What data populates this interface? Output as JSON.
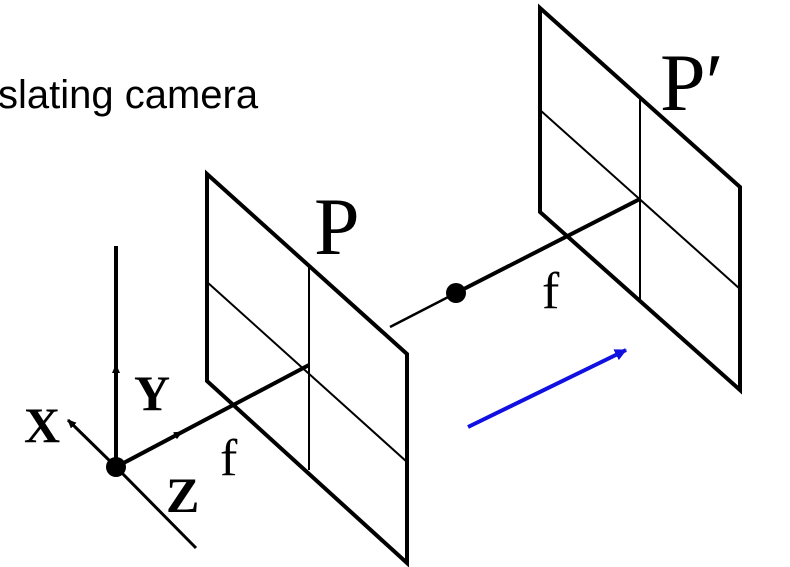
{
  "title": "slating camera",
  "labels": {
    "plane_1": "P",
    "plane_2": "P′",
    "axis_x": "X",
    "axis_y": "Y",
    "axis_z": "Z",
    "focal_1": "f",
    "focal_2": "f"
  },
  "colors": {
    "ink": "#000000",
    "translation_arrow": "#1010e0"
  }
}
